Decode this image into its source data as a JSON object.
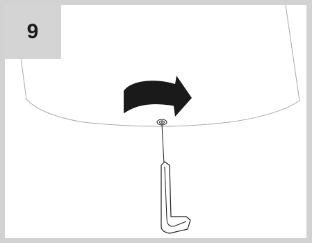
{
  "step": {
    "number": "9"
  },
  "illustration": {
    "action": "rotate-clockwise",
    "tool": "hex-key",
    "colors": {
      "frame": "#d2d2d2",
      "outline": "#1a1a1a",
      "arrow": "#1a1a1a",
      "surface": "#ffffff"
    }
  }
}
